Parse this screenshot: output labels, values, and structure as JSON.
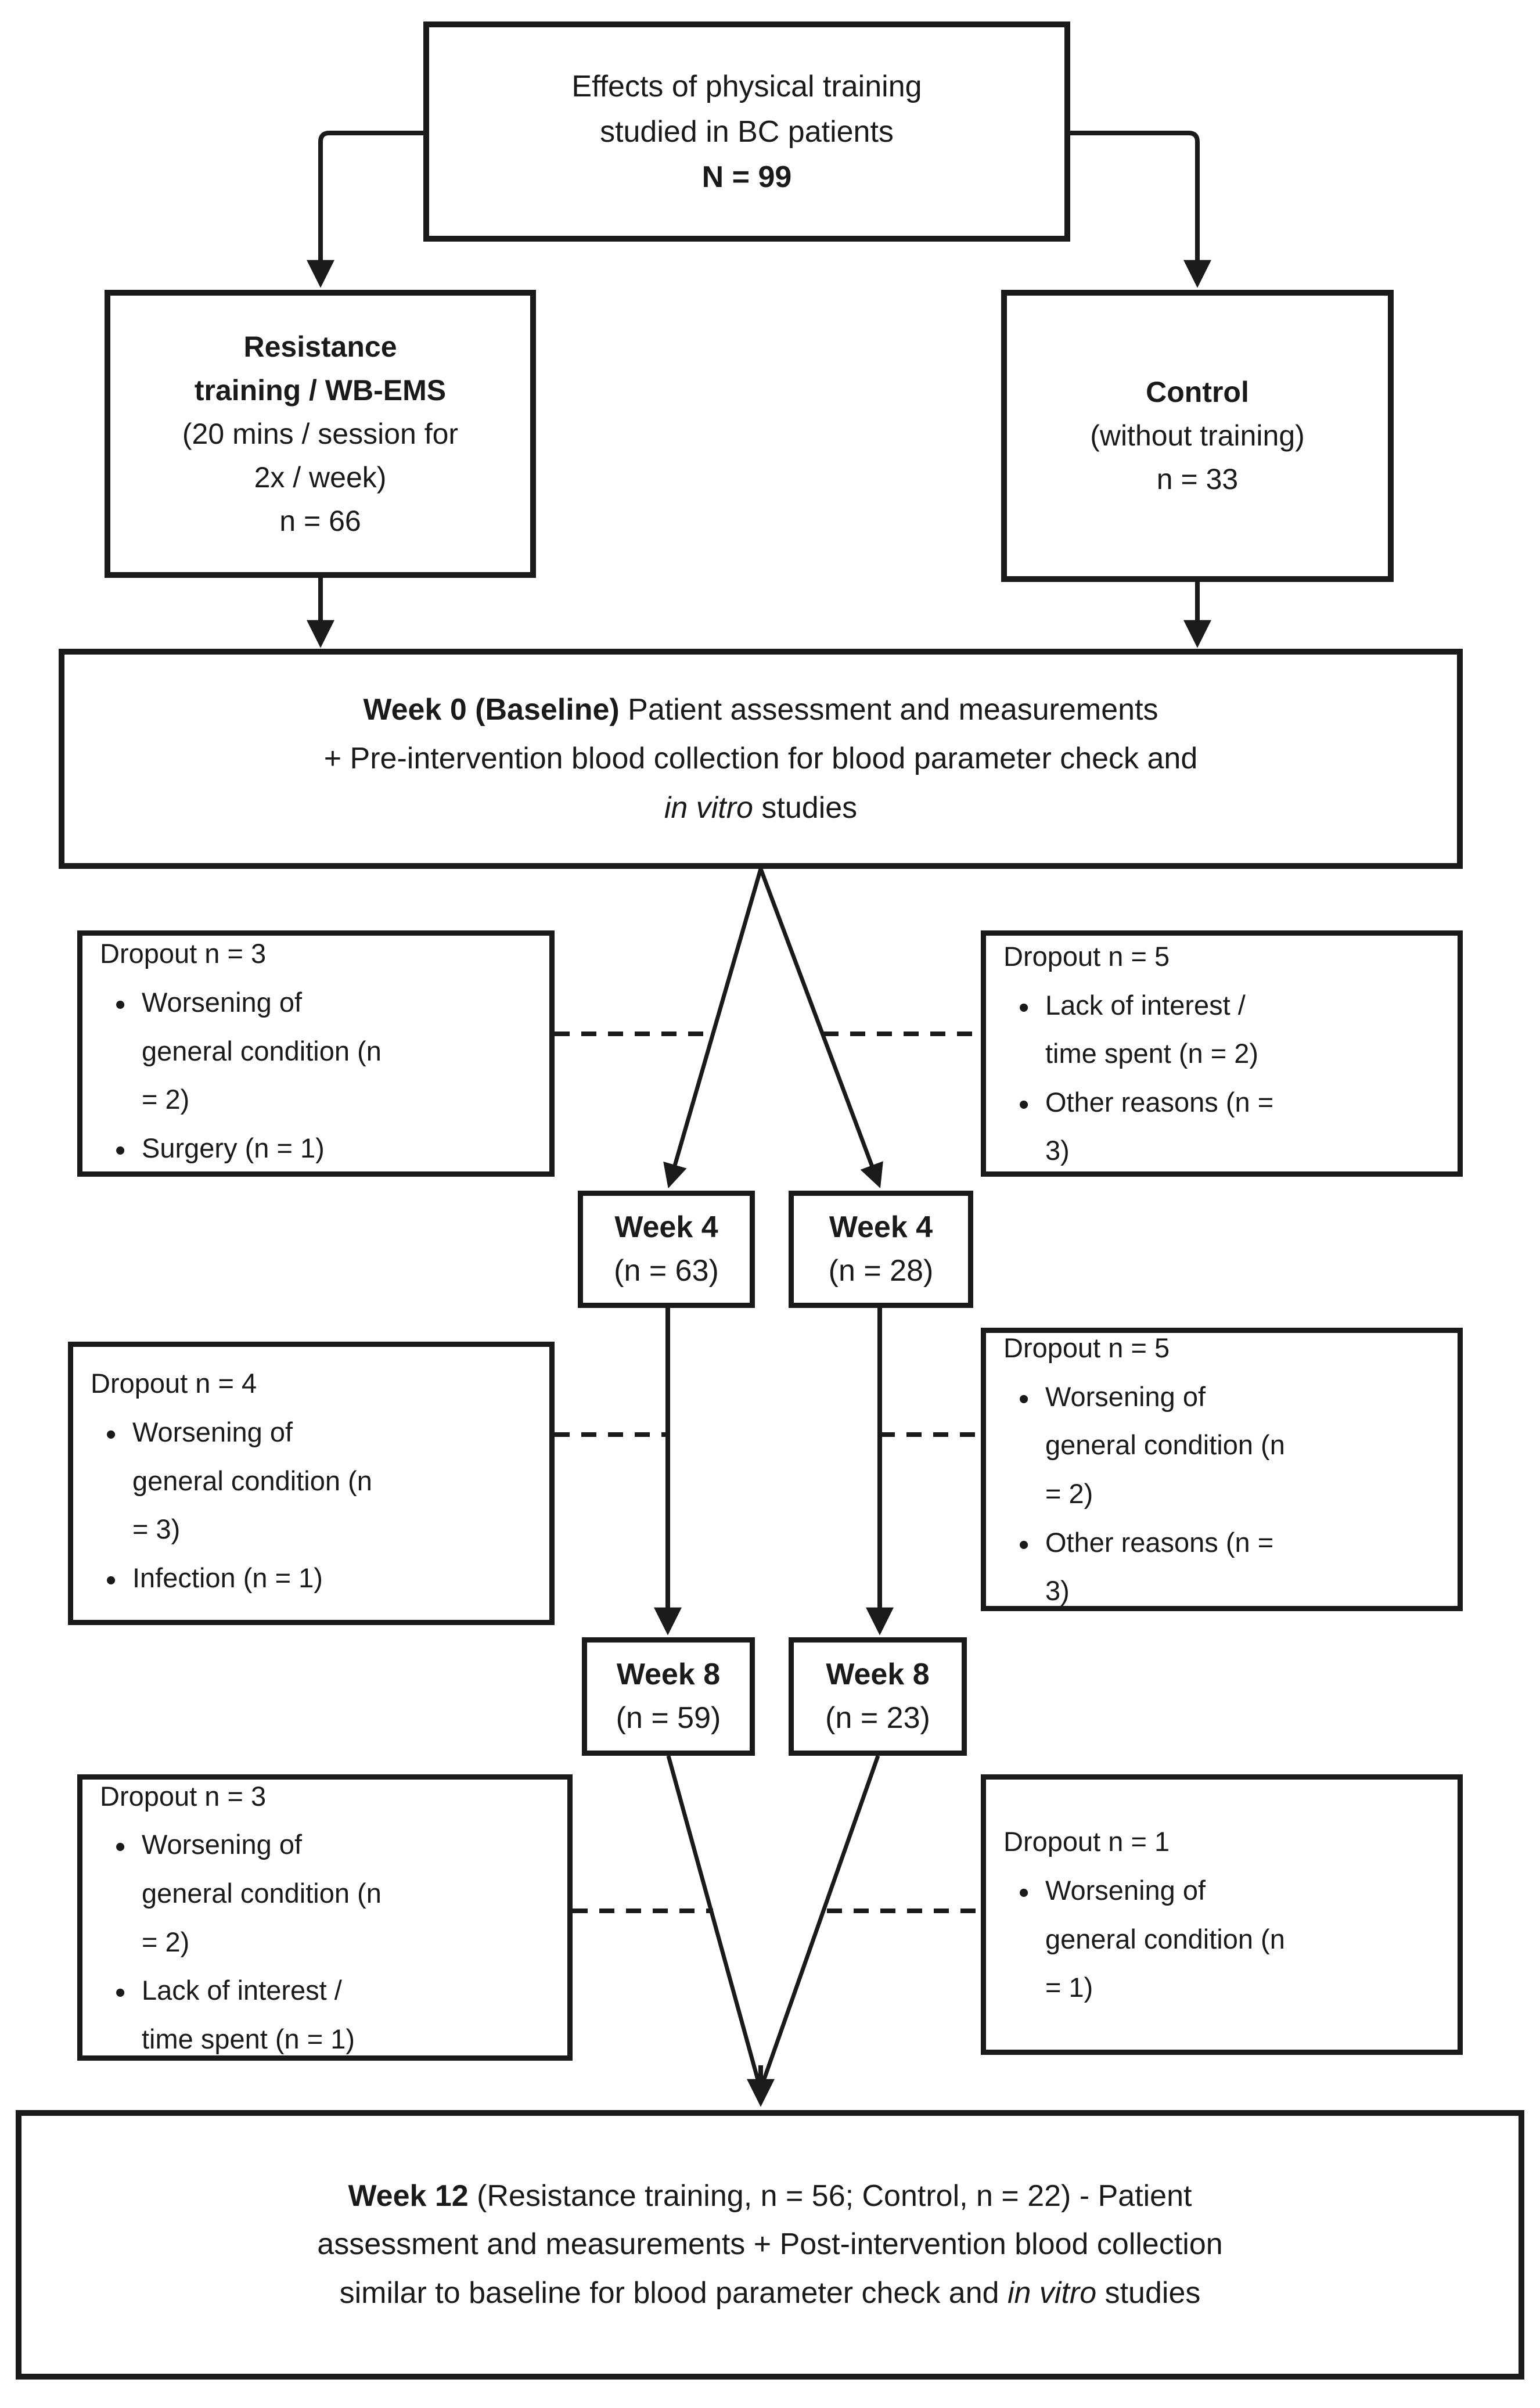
{
  "page": {
    "background_color": "#ffffff",
    "ink_color": "#1a1a1a",
    "bullet_glyph": "•"
  },
  "top_box": {
    "line1": "Effects of physical training",
    "line2": "studied in BC patients",
    "line3_bold": "N = 99"
  },
  "group_left": {
    "title_line1": "Resistance",
    "title_line2": "training /  WB-EMS",
    "sub_line1": "(20 mins / session for",
    "sub_line2": "2x / week)",
    "n_label": "n = 66"
  },
  "group_right": {
    "title": "Control",
    "sub_line1": "(without training)",
    "n_label": "n = 33"
  },
  "week0_box": {
    "line1_bold": "Week 0 (Baseline)",
    "line1_rest": " Patient assessment and measurements",
    "line2": "+ Pre-intervention blood collection for blood parameter check and",
    "line3_italic": "in vitro",
    "line3_rest": " studies"
  },
  "week4_left": {
    "title": "Week 4",
    "n_label": "(n = 63)"
  },
  "week4_right": {
    "title": "Week 4",
    "n_label": "(n = 28)"
  },
  "week8_left": {
    "title": "Week 8",
    "n_label": "(n = 59)"
  },
  "week8_right": {
    "title": "Week 8",
    "n_label": "(n = 23)"
  },
  "dropouts": {
    "row1_left": {
      "title": "Dropout n = 3",
      "items": [
        "Worsening of general condition (n = 2)",
        "Surgery (n = 1)"
      ]
    },
    "row1_right": {
      "title": "Dropout n = 5",
      "items": [
        "Lack of interest / time spent (n = 2)",
        "Other reasons (n = 3)"
      ]
    },
    "row2_left": {
      "title": "Dropout n = 4",
      "items": [
        "Worsening of general condition (n = 3)",
        "Infection (n = 1)"
      ]
    },
    "row2_right": {
      "title": "Dropout n = 5",
      "items": [
        "Worsening of general condition (n = 2)",
        "Other reasons (n = 3)"
      ]
    },
    "row3_left": {
      "title": "Dropout n = 3",
      "items": [
        "Worsening of general condition (n = 2)",
        "Lack of interest / time spent (n = 1)"
      ]
    },
    "row3_right": {
      "title": "Dropout n = 1",
      "items": [
        "Worsening of general condition (n = 1)"
      ]
    }
  },
  "week12_box": {
    "line1_bold": "Week 12",
    "line1_rest": " (Resistance training, n = 56; Control, n = 22) - Patient",
    "line2": "assessment and measurements + Post-intervention blood collection",
    "line3_pre": "similar to baseline for blood parameter check and ",
    "line3_italic": "in vitro",
    "line3_post": " studies"
  }
}
